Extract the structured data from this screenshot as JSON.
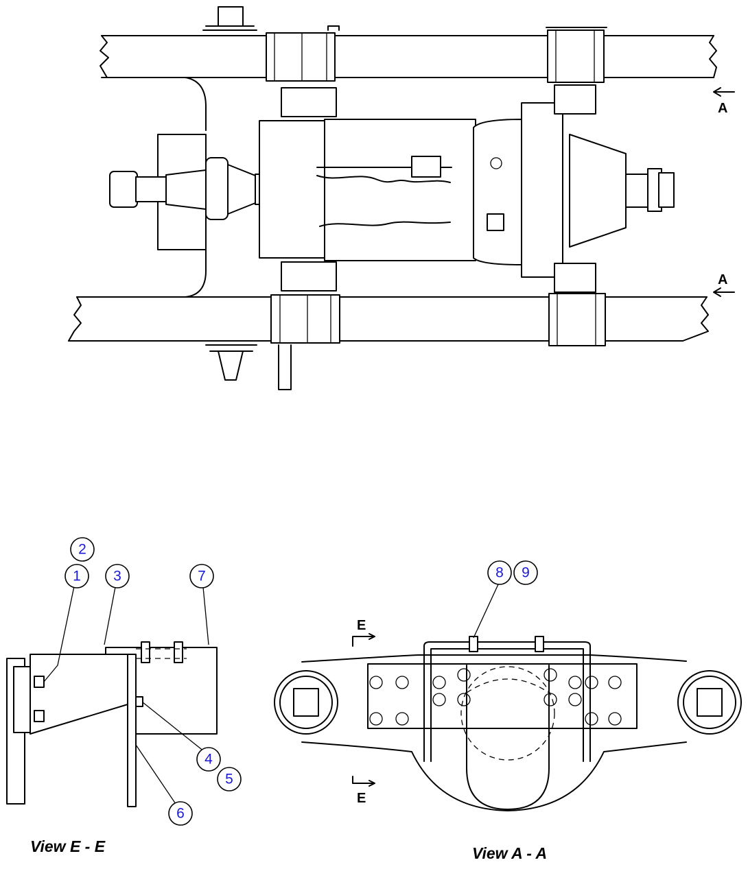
{
  "views": {
    "top": {
      "section_marks": [
        "A",
        "A"
      ]
    },
    "e_e": {
      "label": "View E - E",
      "callouts": [
        "1",
        "2",
        "3",
        "4",
        "5",
        "6",
        "7"
      ]
    },
    "a_a": {
      "label": "View A - A",
      "section_marks": [
        "E",
        "E"
      ],
      "callouts": [
        "8",
        "9"
      ]
    }
  }
}
